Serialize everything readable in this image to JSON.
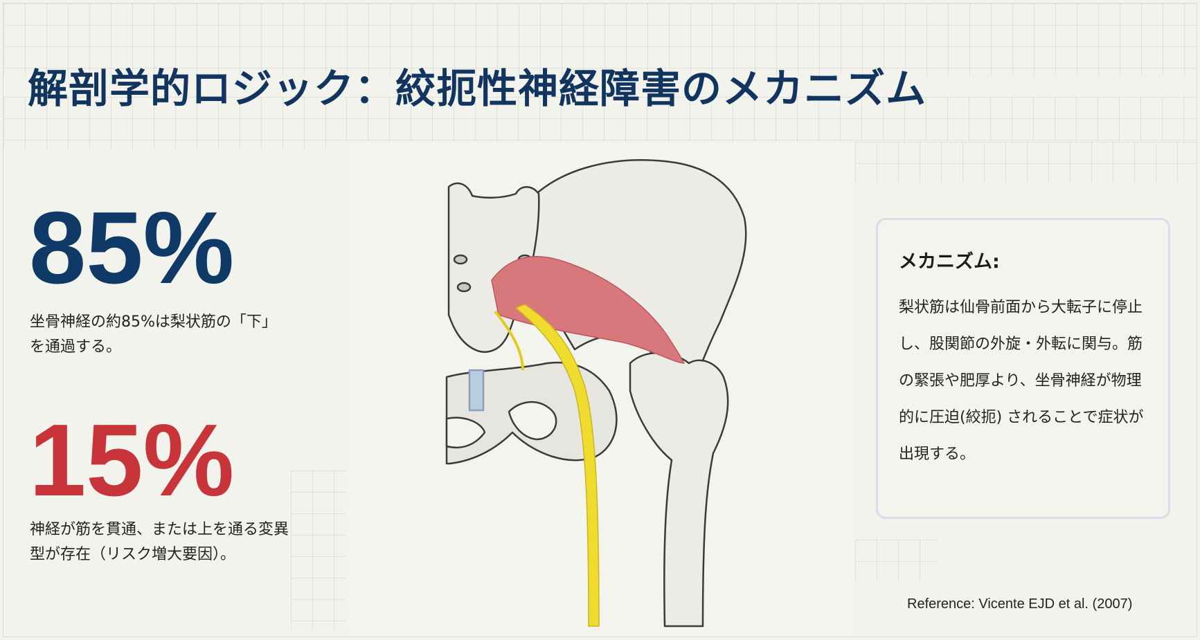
{
  "title": "解剖学的ロジック：絞扼性神経障害のメカニズム",
  "stats": [
    {
      "value": "85%",
      "color": "#0f3a68",
      "description": "坐骨神経の約85%は梨状筋の「下」を通過する。"
    },
    {
      "value": "15%",
      "color": "#c7343a",
      "description": "神経が筋を貫通、または上を通る変異型が存在（リスク増大要因）。"
    }
  ],
  "illustration": {
    "subject": "pelvis-piriformis-sciatic-nerve",
    "colors": {
      "bone": "#ecebe6",
      "muscle": "#d9787c",
      "nerve": "#f0dc2e",
      "cartilage": "#b8cde0"
    }
  },
  "mechanism": {
    "heading": "メカニズム:",
    "body": "梨状筋は仙骨前面から大転子に停止し、股関節の外旋・外転に関与。筋の緊張や肥厚より、坐骨神経が物理的に圧迫(絞扼) されることで症状が出現する。"
  },
  "reference": "Reference: Vicente EJD et al. (2007)"
}
